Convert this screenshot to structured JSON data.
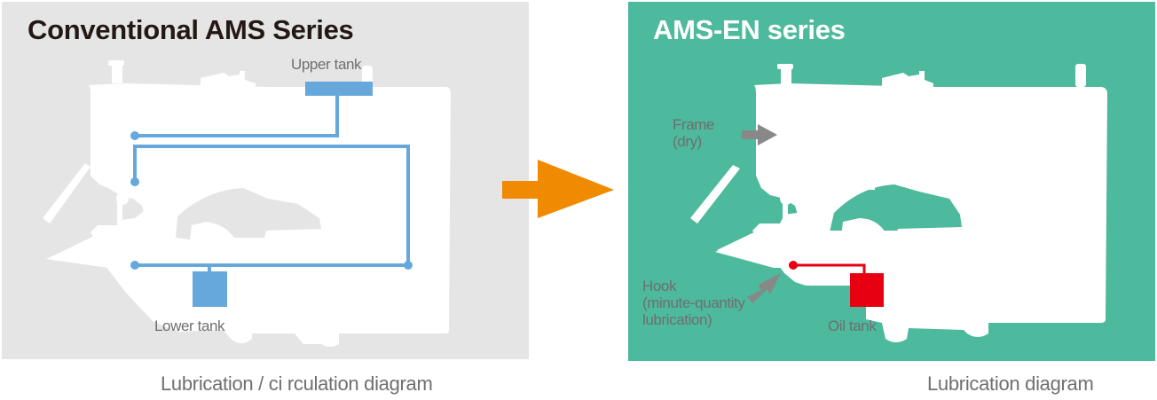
{
  "colors": {
    "left_panel_bg": "#e5e5e5",
    "right_panel_bg": "#4db99d",
    "conventional_line": "#66a8dc",
    "en_line": "#e60012",
    "transition_arrow": "#f08a00",
    "pointer_arrow": "#888888",
    "machine_silhouette": "#ffffff",
    "label_text": "#6f6f6f"
  },
  "left_panel": {
    "title": "Conventional AMS Series",
    "labels": {
      "upper_tank": "Upper tank",
      "lower_tank": "Lower tank"
    },
    "caption": "Lubrication / ci rculation diagram"
  },
  "transition_arrow": {
    "icon": "arrow-right-icon"
  },
  "right_panel": {
    "title": "AMS-EN series",
    "labels": {
      "frame_line1": "Frame",
      "frame_line2": "(dry)",
      "hook_line1": "Hook",
      "hook_line2": "(minute-quantity",
      "hook_line3": "lubrication)",
      "oil_tank": "Oil tank"
    },
    "caption": "Lubrication diagram"
  }
}
